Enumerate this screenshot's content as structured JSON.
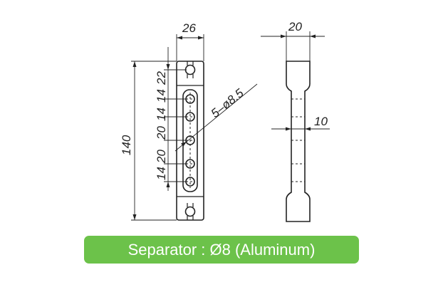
{
  "front_view": {
    "width_label": "26",
    "height_label": "140",
    "hole_label": "5–ø8.5",
    "spacing_labels": [
      "22",
      "14",
      "14",
      "20",
      "20",
      "14"
    ]
  },
  "side_view": {
    "width_label": "20",
    "neck_label": "10"
  },
  "caption": {
    "text": "Separator : Ø8 (Aluminum)",
    "background": "#6cc24a"
  }
}
